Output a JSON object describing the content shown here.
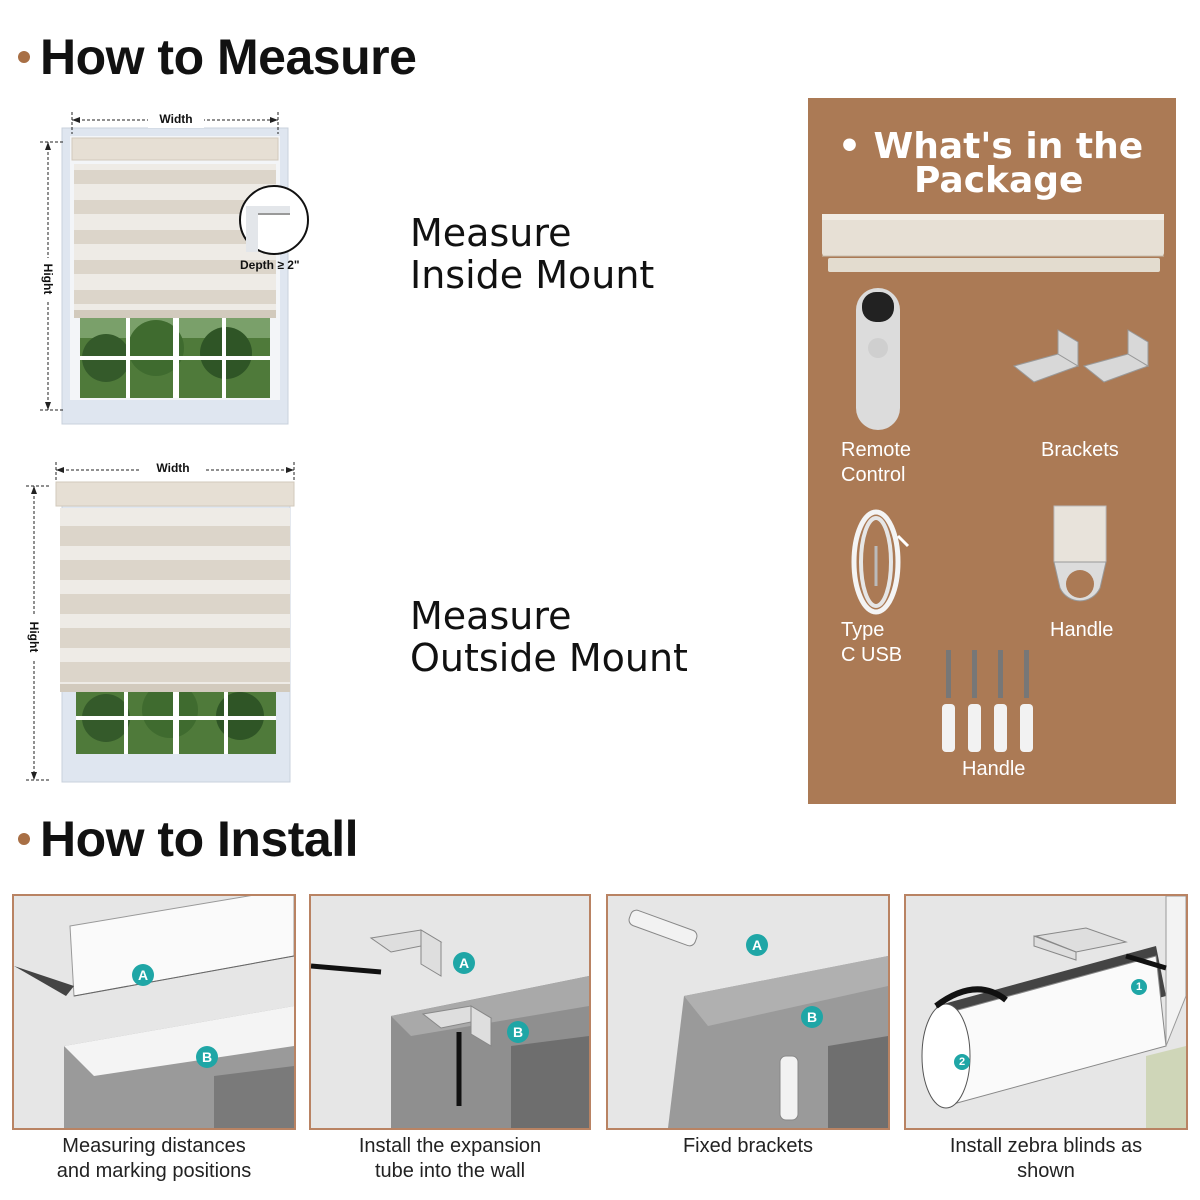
{
  "measure": {
    "heading": "How to Measure",
    "inside": {
      "label_line1": "Measure",
      "label_line2": "Inside Mount",
      "width_label": "Width",
      "height_label": "Hight",
      "depth_label": "Depth ≥ 2\""
    },
    "outside": {
      "label_line1": "Measure",
      "label_line2": "Outside Mount",
      "width_label": "Width",
      "height_label": "Hight"
    }
  },
  "package": {
    "title_line1": "• What's in the",
    "title_line2": "Package",
    "items": [
      {
        "icon": "remote-control-icon",
        "label_line1": "Remote",
        "label_line2": "Control"
      },
      {
        "icon": "brackets-icon",
        "label_line1": "Brackets",
        "label_line2": ""
      },
      {
        "icon": "usb-cable-icon",
        "label_line1": "Type",
        "label_line2": "C USB"
      },
      {
        "icon": "handle-icon",
        "label_line1": "Handle",
        "label_line2": ""
      },
      {
        "icon": "screws-icon",
        "label_line1": "Handle",
        "label_line2": ""
      }
    ]
  },
  "install": {
    "heading": "How to Install",
    "steps": [
      {
        "caption_line1": "Measuring distances",
        "caption_line2": "and marking positions",
        "markers": [
          "A",
          "B"
        ]
      },
      {
        "caption_line1": "Install the expansion",
        "caption_line2": "tube into the wall",
        "markers": [
          "A",
          "B"
        ]
      },
      {
        "caption_line1": "Fixed brackets",
        "caption_line2": "",
        "markers": [
          "A",
          "B"
        ]
      },
      {
        "caption_line1": "Install zebra blinds as",
        "caption_line2": "shown",
        "markers": [
          "1",
          "2"
        ]
      }
    ]
  },
  "colors": {
    "accent_brown": "#a86f45",
    "panel_brown": "#ab7a55",
    "marker_teal": "#1fa6a6",
    "step_border": "#b98363"
  }
}
